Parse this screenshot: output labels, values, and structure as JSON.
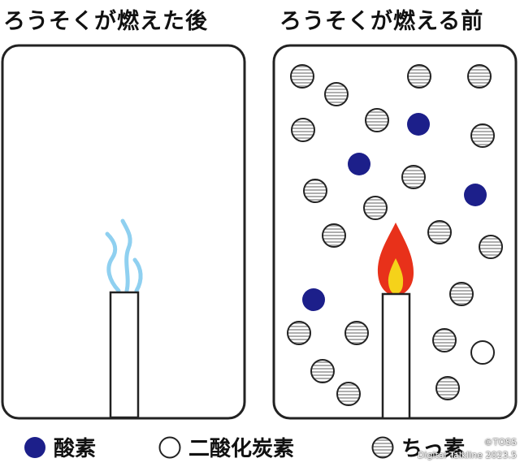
{
  "titles": {
    "left": "ろうそくが燃えた後",
    "right": "ろうそくが燃える前"
  },
  "legend": {
    "oxygen": "酸素",
    "carbon_dioxide": "二酸化炭素",
    "nitrogen": "ちっ素"
  },
  "credit": {
    "line1": "©TOSS",
    "line2": "Digital Talkline 2023.5"
  },
  "colors": {
    "oxygen": "#1c1f8a",
    "nitrogen_stripe": "#9a9a9a",
    "outline": "#222222",
    "flame_outer": "#e8311a",
    "flame_inner": "#f5d21a",
    "smoke": "#8fd0f0"
  }
}
